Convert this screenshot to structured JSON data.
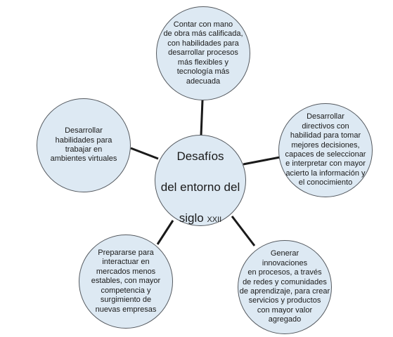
{
  "colors": {
    "node_fill": "#dde9f3",
    "node_border": "#555a60",
    "connector": "#1a1a1a"
  },
  "center": {
    "line1": "Desafíos",
    "line2": "del entorno del",
    "line3_main": "siglo ",
    "line3_suffix": "XXII"
  },
  "nodes": {
    "top": "Contar con mano\nde obra más calificada,\ncon habilidades para\ndesarrollar procesos\nmás flexibles y\ntecnología más\nadecuada",
    "right": "Desarrollar\ndirectivos con\nhabilidad para tomar\nmejores decisiones,\ncapaces de seleccionar\ne interpretar con mayor\nacierto la información y\nel conocimiento",
    "left": "Desarrollar\nhabilidades para\ntrabajar en\nambientes virtuales",
    "bottom_left": "Prepararse para\ninteractuar en\nmercados menos\nestables, con mayor\ncompetencia y\nsurgimiento de\nnuevas empresas",
    "bottom_right": "Generar\ninnovaciones\nen procesos, a través\nde redes y comunidades\nde aprendizaje, para crear\nservicios y productos\ncon mayor valor\nagregado"
  }
}
